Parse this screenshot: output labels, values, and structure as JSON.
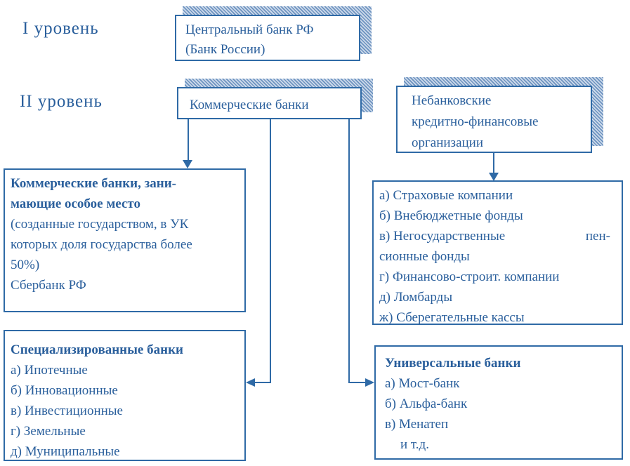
{
  "labels": {
    "level1": "I  уровень",
    "level2": "II уровень"
  },
  "boxes": {
    "central": {
      "lines": [
        "Центральный банк РФ",
        "(Банк России)"
      ]
    },
    "commercial": {
      "label": "Коммерческие банки"
    },
    "nonbank": {
      "lines": [
        "Небанковские",
        "кредитно-финансовые",
        "организации"
      ]
    },
    "special_commercial": {
      "title_lines": [
        "Коммерческие банки, зани-",
        "мающие особое место"
      ],
      "body_lines": [
        "(созданные государством, в УК",
        "которых доля государства более",
        "50%)",
        "Сбербанк РФ"
      ]
    },
    "nonbank_types": {
      "line1": "а) Страховые компании",
      "line2": "б) Внебюджетные фонды",
      "line3_left": "в) Негосударственные",
      "line3_right": "пен-",
      "line4": "сионные фонды",
      "line5": "г) Финансово-строит. компании",
      "line6": "д) Ломбарды",
      "line7": "ж) Сберегательные кассы"
    },
    "specialized": {
      "title": "Специализированные банки",
      "items": [
        "а) Ипотечные",
        "б) Инновационные",
        "в) Инвестиционные",
        "г) Земельные",
        "д) Муниципальные"
      ]
    },
    "universal": {
      "title": "Универсальные банки",
      "items": [
        "а) Мост-банк",
        "б) Альфа-банк",
        "в) Менатеп",
        "и т.д."
      ]
    }
  },
  "colors": {
    "line": "#2f6aa6",
    "text": "#2a5f9c",
    "hatch_dark": "#6d93c0",
    "hatch_light": "#ccd9ea"
  }
}
